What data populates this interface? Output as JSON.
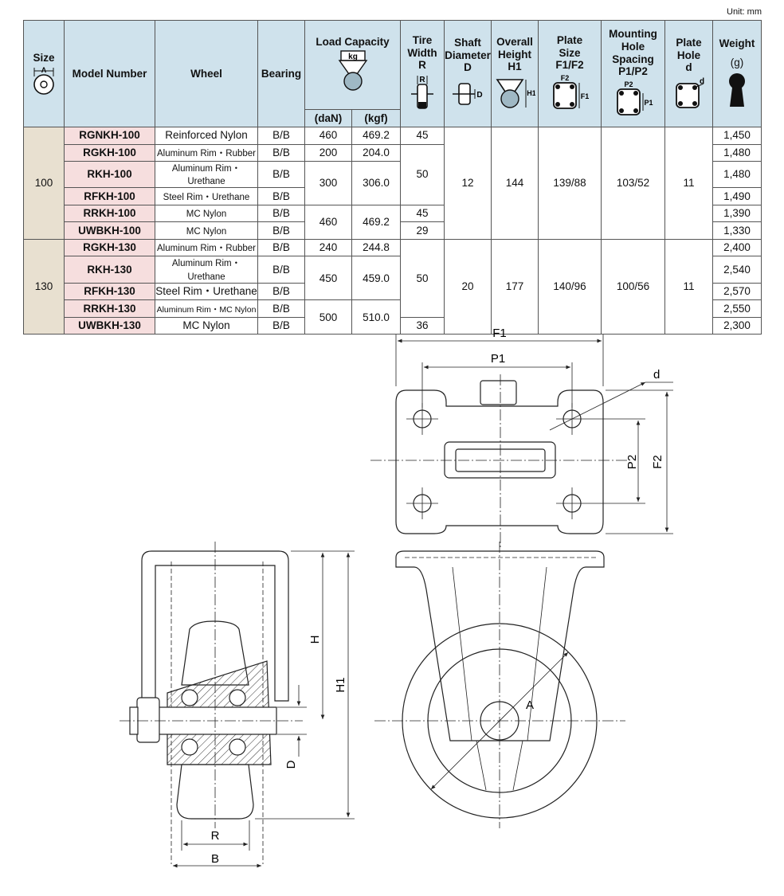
{
  "unit": "Unit: mm",
  "headers": {
    "size": "Size",
    "model": "Model Number",
    "wheel": "Wheel",
    "bearing": "Bearing",
    "load": "Load Capacity",
    "load_kg": "kg",
    "dan": "(daN)",
    "kgf": "(kgf)",
    "tire": [
      "Tire",
      "Width",
      "R"
    ],
    "shaft": [
      "Shaft",
      "Diameter",
      "D"
    ],
    "overall": [
      "Overall",
      "Height",
      "H1"
    ],
    "plate": [
      "Plate",
      "Size",
      "F1/F2"
    ],
    "mount": [
      "Mounting",
      "Hole Spacing",
      "P1/P2"
    ],
    "hole": [
      "Plate",
      "Hole",
      "d"
    ],
    "weight": [
      "Weight",
      "(g)"
    ]
  },
  "groups": [
    {
      "size": "100",
      "shaft": "12",
      "overall": "144",
      "plate": "139/88",
      "mount": "103/52",
      "hole": "11",
      "rows": [
        {
          "model": "RGNKH-100",
          "wheel": "Reinforced Nylon",
          "bearing": "B/B",
          "weight": "1,450"
        },
        {
          "model": "RGKH-100",
          "wheel": "Aluminum Rim・Rubber",
          "bearing": "B/B",
          "weight": "1,480"
        },
        {
          "model": "RKH-100",
          "wheel": "Aluminum Rim・Urethane",
          "bearing": "B/B",
          "weight": "1,480"
        },
        {
          "model": "RFKH-100",
          "wheel": "Steel Rim・Urethane",
          "bearing": "B/B",
          "weight": "1,490"
        },
        {
          "model": "RRKH-100",
          "wheel": "MC Nylon",
          "bearing": "B/B",
          "weight": "1,390"
        },
        {
          "model": "UWBKH-100",
          "wheel": "MC Nylon",
          "bearing": "B/B",
          "weight": "1,330"
        }
      ],
      "load": [
        {
          "dan": "460",
          "kgf": "469.2"
        },
        {
          "dan": "200",
          "kgf": "204.0"
        },
        {
          "dan": "300",
          "kgf": "306.0"
        },
        {
          "dan": "460",
          "kgf": "469.2"
        }
      ],
      "tire": [
        "45",
        "50",
        "45",
        "29"
      ]
    },
    {
      "size": "130",
      "shaft": "20",
      "overall": "177",
      "plate": "140/96",
      "mount": "100/56",
      "hole": "11",
      "rows": [
        {
          "model": "RGKH-130",
          "wheel": "Aluminum Rim・Rubber",
          "bearing": "B/B",
          "weight": "2,400"
        },
        {
          "model": "RKH-130",
          "wheel": "Aluminum Rim・Urethane",
          "bearing": "B/B",
          "weight": "2,540"
        },
        {
          "model": "RFKH-130",
          "wheel": "Steel Rim・Urethane",
          "bearing": "B/B",
          "weight": "2,570"
        },
        {
          "model": "RRKH-130",
          "wheel": "Aluminum Rim・MC Nylon",
          "bearing": "B/B",
          "weight": "2,550"
        },
        {
          "model": "UWBKH-130",
          "wheel": "MC Nylon",
          "bearing": "B/B",
          "weight": "2,300"
        }
      ],
      "load": [
        {
          "dan": "240",
          "kgf": "244.8"
        },
        {
          "dan": "450",
          "kgf": "459.0"
        },
        {
          "dan": "500",
          "kgf": "510.0"
        }
      ],
      "tire": [
        "50",
        "36"
      ]
    }
  ],
  "dims": {
    "f1": "F1",
    "p1": "P1",
    "d": "d",
    "p2": "P2",
    "f2": "F2",
    "h": "H",
    "h1": "H1",
    "dd": "D",
    "r": "R",
    "b": "B",
    "a": "A"
  },
  "icons": {
    "size_a": "A",
    "tire_r": "R",
    "shaft_d": "D",
    "height_h1": "H1",
    "plate_f2": "F2",
    "plate_f1": "F1",
    "mount_p2": "P2",
    "mount_p1": "P1",
    "hole_d": "d"
  }
}
